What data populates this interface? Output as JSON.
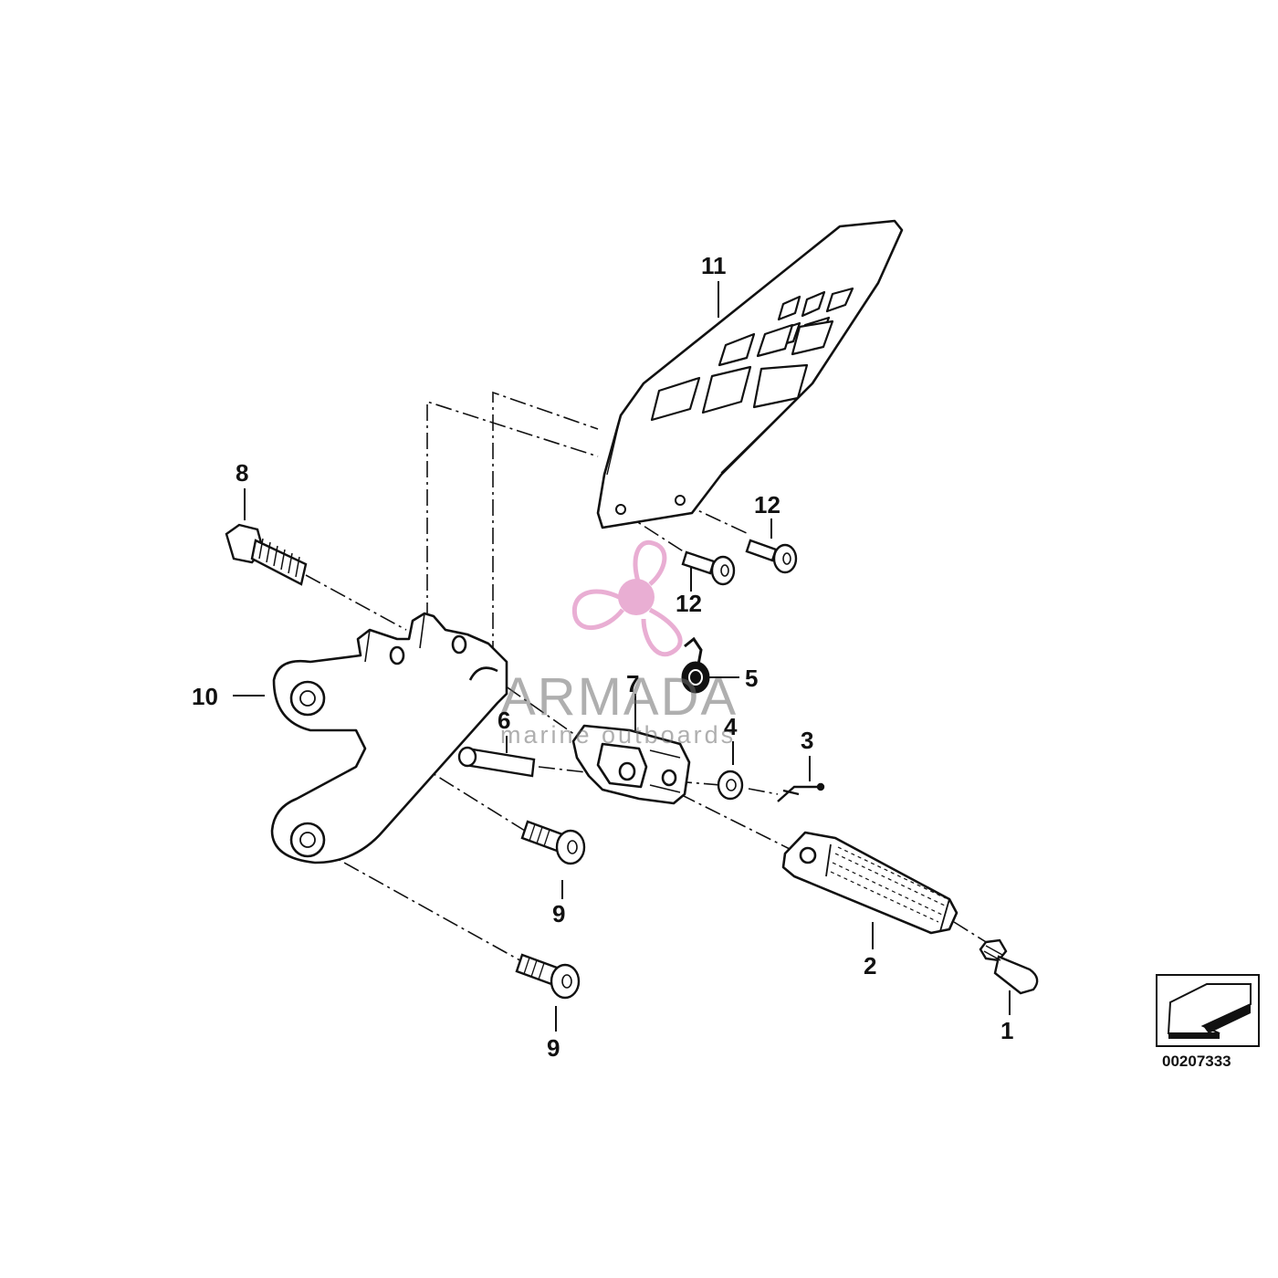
{
  "callouts": {
    "c1": "1",
    "c2": "2",
    "c3": "3",
    "c4": "4",
    "c5": "5",
    "c6": "6",
    "c7": "7",
    "c8": "8",
    "c9a": "9",
    "c9b": "9",
    "c10": "10",
    "c11": "11",
    "c12a": "12",
    "c12b": "12"
  },
  "watermark": {
    "title": "ARMADA",
    "subtitle": "marine outboards",
    "color": "#e7a6cf"
  },
  "diagram_number": "00207333",
  "colors": {
    "line": "#111111",
    "background": "#ffffff"
  }
}
